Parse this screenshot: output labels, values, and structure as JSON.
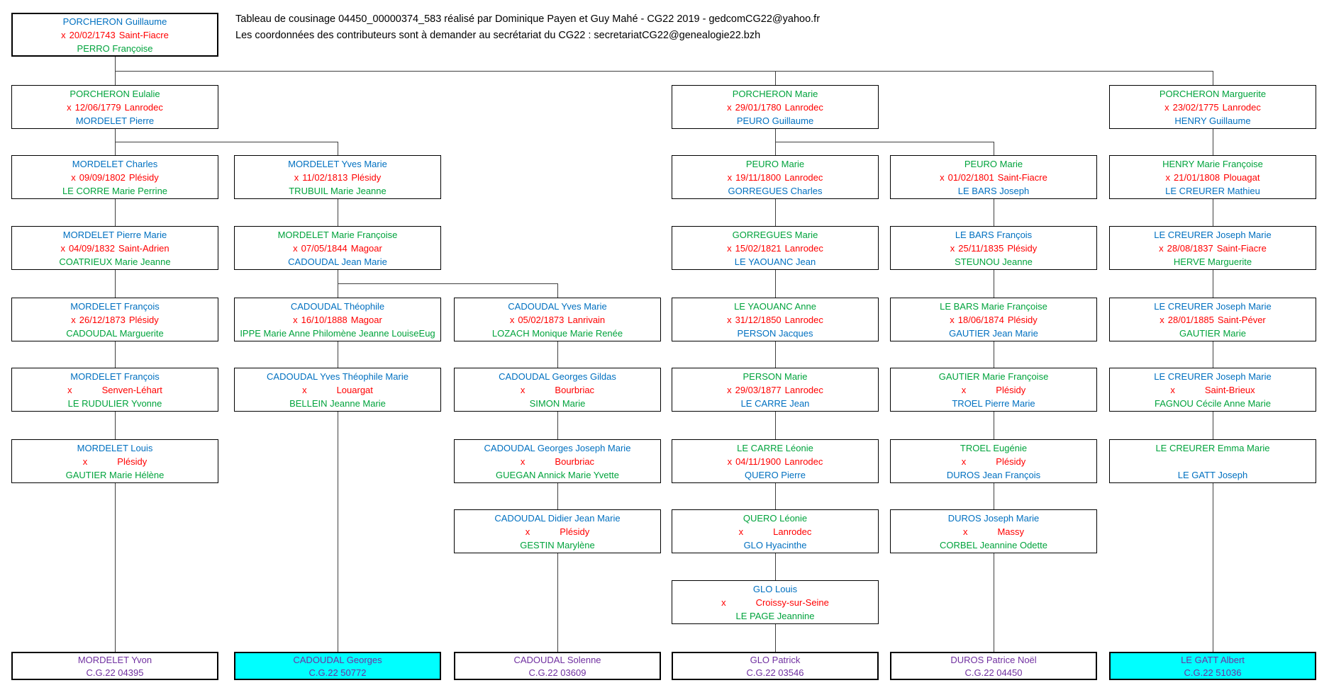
{
  "header": {
    "line1": "Tableau de cousinage 04450_00000374_583 réalisé par Dominique Payen et Guy Mahé - CG22 2019 - gedcomCG22@yahoo.fr",
    "line2": "Les coordonnées des contributeurs sont à demander au secrétariat du CG22 :  secretariatCG22@genealogie22.bzh"
  },
  "colors": {
    "male": "#0070C0",
    "female": "#00A33C",
    "marriage": "#FF0000",
    "reference": "#7030A0",
    "highlight": "#00FFFF",
    "connector": "#404040"
  },
  "tree": {
    "boxes": [
      {
        "row": 1,
        "col": 1,
        "name": "PORCHERON Guillaume",
        "nc": "male",
        "x": "x",
        "date": "20/02/1743",
        "place": "Saint-Fiacre",
        "spouse": "PERRO Françoise",
        "sc": "female"
      },
      {
        "row": 2,
        "col": 1,
        "name": "PORCHERON Eulalie",
        "nc": "female",
        "x": "x",
        "date": "12/06/1779",
        "place": "Lanrodec",
        "spouse": "MORDELET Pierre",
        "sc": "male"
      },
      {
        "row": 2,
        "col": 4,
        "name": "PORCHERON Marie",
        "nc": "female",
        "x": "x",
        "date": "29/01/1780",
        "place": "Lanrodec",
        "spouse": "PEURO Guillaume",
        "sc": "male"
      },
      {
        "row": 2,
        "col": 6,
        "name": "PORCHERON Marguerite",
        "nc": "female",
        "x": "x",
        "date": "23/02/1775",
        "place": "Lanrodec",
        "spouse": "HENRY Guillaume",
        "sc": "male"
      },
      {
        "row": 3,
        "col": 1,
        "name": "MORDELET Charles",
        "nc": "male",
        "x": "x",
        "date": "09/09/1802",
        "place": "Plésidy",
        "spouse": "LE CORRE Marie Perrine",
        "sc": "female"
      },
      {
        "row": 3,
        "col": 2,
        "name": "MORDELET Yves Marie",
        "nc": "male",
        "x": "x",
        "date": "11/02/1813",
        "place": "Plésidy",
        "spouse": "TRUBUIL Marie Jeanne",
        "sc": "female"
      },
      {
        "row": 3,
        "col": 4,
        "name": "PEURO Marie",
        "nc": "female",
        "x": "x",
        "date": "19/11/1800",
        "place": "Lanrodec",
        "spouse": "GORREGUES Charles",
        "sc": "male"
      },
      {
        "row": 3,
        "col": 5,
        "name": "PEURO Marie",
        "nc": "female",
        "x": "x",
        "date": "01/02/1801",
        "place": "Saint-Fiacre",
        "spouse": "LE BARS Joseph",
        "sc": "male"
      },
      {
        "row": 3,
        "col": 6,
        "name": "HENRY Marie Françoise",
        "nc": "female",
        "x": "x",
        "date": "21/01/1808",
        "place": "Plouagat",
        "spouse": "LE CREURER Mathieu",
        "sc": "male"
      },
      {
        "row": 4,
        "col": 1,
        "name": "MORDELET Pierre Marie",
        "nc": "male",
        "x": "x",
        "date": "04/09/1832",
        "place": "Saint-Adrien",
        "spouse": "COATRIEUX Marie Jeanne",
        "sc": "female"
      },
      {
        "row": 4,
        "col": 2,
        "name": "MORDELET Marie Françoise",
        "nc": "female",
        "x": "x",
        "date": "07/05/1844",
        "place": "Magoar",
        "spouse": "CADOUDAL Jean Marie",
        "sc": "male"
      },
      {
        "row": 4,
        "col": 4,
        "name": "GORREGUES Marie",
        "nc": "female",
        "x": "x",
        "date": "15/02/1821",
        "place": "Lanrodec",
        "spouse": "LE YAOUANC Jean",
        "sc": "male"
      },
      {
        "row": 4,
        "col": 5,
        "name": "LE BARS François",
        "nc": "male",
        "x": "x",
        "date": "25/11/1835",
        "place": "Plésidy",
        "spouse": "STEUNOU Jeanne",
        "sc": "female"
      },
      {
        "row": 4,
        "col": 6,
        "name": "LE CREURER Joseph Marie",
        "nc": "male",
        "x": "x",
        "date": "28/08/1837",
        "place": "Saint-Fiacre",
        "spouse": "HERVE Marguerite",
        "sc": "female"
      },
      {
        "row": 5,
        "col": 1,
        "name": "MORDELET François",
        "nc": "male",
        "x": "x",
        "date": "26/12/1873",
        "place": "Plésidy",
        "spouse": "CADOUDAL Marguerite",
        "sc": "female"
      },
      {
        "row": 5,
        "col": 2,
        "name": "CADOUDAL Théophile",
        "nc": "male",
        "x": "x",
        "date": "16/10/1888",
        "place": "Magoar",
        "spouse": "IPPE Marie Anne Philomène Jeanne LouiseEug",
        "sc": "female"
      },
      {
        "row": 5,
        "col": 3,
        "name": "CADOUDAL Yves Marie",
        "nc": "male",
        "x": "x",
        "date": "05/02/1873",
        "place": "Lanrivain",
        "spouse": "LOZACH Monique Marie Renée",
        "sc": "female"
      },
      {
        "row": 5,
        "col": 4,
        "name": "LE YAOUANC Anne",
        "nc": "female",
        "x": "x",
        "date": "31/12/1850",
        "place": "Lanrodec",
        "spouse": "PERSON Jacques",
        "sc": "male"
      },
      {
        "row": 5,
        "col": 5,
        "name": "LE BARS Marie Françoise",
        "nc": "female",
        "x": "x",
        "date": "18/06/1874",
        "place": "Plésidy",
        "spouse": "GAUTIER Jean Marie",
        "sc": "male"
      },
      {
        "row": 5,
        "col": 6,
        "name": "LE CREURER Joseph Marie",
        "nc": "male",
        "x": "x",
        "date": "28/01/1885",
        "place": "Saint-Péver",
        "spouse": "GAUTIER Marie",
        "sc": "female"
      },
      {
        "row": 6,
        "col": 1,
        "name": "MORDELET François",
        "nc": "male",
        "x": "x",
        "date": "",
        "place": "Senven-Léhart",
        "spouse": "LE RUDULIER Yvonne",
        "sc": "female"
      },
      {
        "row": 6,
        "col": 2,
        "name": "CADOUDAL Yves Théophile Marie",
        "nc": "male",
        "x": "x",
        "date": "",
        "place": "Louargat",
        "spouse": "BELLEIN Jeanne Marie",
        "sc": "female"
      },
      {
        "row": 6,
        "col": 3,
        "name": "CADOUDAL Georges Gildas",
        "nc": "male",
        "x": "x",
        "date": "",
        "place": "Bourbriac",
        "spouse": "SIMON Marie",
        "sc": "female"
      },
      {
        "row": 6,
        "col": 4,
        "name": "PERSON Marie",
        "nc": "female",
        "x": "x",
        "date": "29/03/1877",
        "place": "Lanrodec",
        "spouse": "LE CARRE Jean",
        "sc": "male"
      },
      {
        "row": 6,
        "col": 5,
        "name": "GAUTIER Marie Françoise",
        "nc": "female",
        "x": "x",
        "date": "",
        "place": "Plésidy",
        "spouse": "TROEL Pierre Marie",
        "sc": "male"
      },
      {
        "row": 6,
        "col": 6,
        "name": "LE CREURER Joseph Marie",
        "nc": "male",
        "x": "x",
        "date": "",
        "place": "Saint-Brieux",
        "spouse": "FAGNOU Cécile Anne Marie",
        "sc": "female"
      },
      {
        "row": 7,
        "col": 1,
        "name": "MORDELET Louis",
        "nc": "male",
        "x": "x",
        "date": "",
        "place": "Plésidy",
        "spouse": "GAUTIER Marie Hélène",
        "sc": "female"
      },
      {
        "row": 7,
        "col": 3,
        "name": "CADOUDAL Georges Joseph Marie",
        "nc": "male",
        "x": "x",
        "date": "",
        "place": "Bourbriac",
        "spouse": "GUEGAN Annick Marie Yvette",
        "sc": "female"
      },
      {
        "row": 7,
        "col": 4,
        "name": "LE CARRE Léonie",
        "nc": "female",
        "x": "x",
        "date": "04/11/1900",
        "place": "Lanrodec",
        "spouse": "QUERO Pierre",
        "sc": "male"
      },
      {
        "row": 7,
        "col": 5,
        "name": "TROEL Eugénie",
        "nc": "female",
        "x": "x",
        "date": "",
        "place": "Plésidy",
        "spouse": "DUROS Jean François",
        "sc": "male"
      },
      {
        "row": 7,
        "col": 6,
        "name": "LE CREURER Emma Marie",
        "nc": "female",
        "x": "",
        "date": "",
        "place": "",
        "spouse": "LE GATT Joseph",
        "sc": "male"
      },
      {
        "row": 8,
        "col": 3,
        "name": "CADOUDAL Didier Jean Marie",
        "nc": "male",
        "x": "x",
        "date": "",
        "place": "Plésidy",
        "spouse": "GESTIN Marylène",
        "sc": "female"
      },
      {
        "row": 8,
        "col": 4,
        "name": "QUERO Léonie",
        "nc": "female",
        "x": "x",
        "date": "",
        "place": "Lanrodec",
        "spouse": "GLO Hyacinthe",
        "sc": "male"
      },
      {
        "row": 8,
        "col": 5,
        "name": "DUROS Joseph Marie",
        "nc": "male",
        "x": "x",
        "date": "",
        "place": "Massy",
        "spouse": "CORBEL Jeannine Odette",
        "sc": "female"
      },
      {
        "row": 9,
        "col": 4,
        "name": "GLO Louis",
        "nc": "male",
        "x": "x",
        "date": "",
        "place": "Croissy-sur-Seine",
        "spouse": "LE PAGE Jeannine",
        "sc": "female"
      },
      {
        "row": 10,
        "col": 1,
        "name": "MORDELET Yvon",
        "nc": "reference",
        "ref": "C.G.22 04395",
        "bg": "white"
      },
      {
        "row": 10,
        "col": 2,
        "name": "CADOUDAL Georges",
        "nc": "reference",
        "ref": "C.G.22 50772",
        "bg": "highlight"
      },
      {
        "row": 10,
        "col": 3,
        "name": "CADOUDAL Solenne",
        "nc": "reference",
        "ref": "C.G.22 03609",
        "bg": "white"
      },
      {
        "row": 10,
        "col": 4,
        "name": "GLO Patrick",
        "nc": "reference",
        "ref": "C.G.22 03546",
        "bg": "white"
      },
      {
        "row": 10,
        "col": 5,
        "name": "DUROS Patrice Noël",
        "nc": "reference",
        "ref": "C.G.22 04450",
        "bg": "white"
      },
      {
        "row": 10,
        "col": 6,
        "name": "LE GATT Albert",
        "nc": "reference",
        "ref": "C.G.22 51036",
        "bg": "highlight"
      }
    ]
  }
}
